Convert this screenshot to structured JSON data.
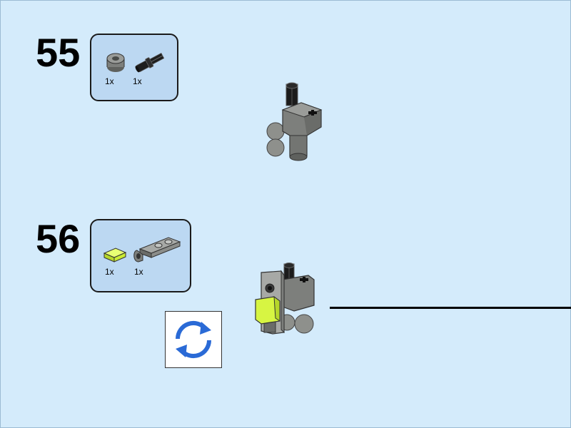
{
  "steps": [
    {
      "number": "55",
      "parts": [
        {
          "icon": "gray-bush-icon",
          "qty": "1x"
        },
        {
          "icon": "black-axle-pin-icon",
          "qty": "1x"
        }
      ]
    },
    {
      "number": "56",
      "parts": [
        {
          "icon": "lime-tile-icon",
          "qty": "1x"
        },
        {
          "icon": "gray-plate-clip-icon",
          "qty": "1x"
        }
      ]
    }
  ],
  "colors": {
    "background": "#d4ebfb",
    "parts_box": "#bcd8f2",
    "brick_gray": "#7d7f7c",
    "lime": "#d7f542",
    "rotate_blue": "#2a6ad6"
  },
  "rotate_icon": "rotate-arrows-icon"
}
